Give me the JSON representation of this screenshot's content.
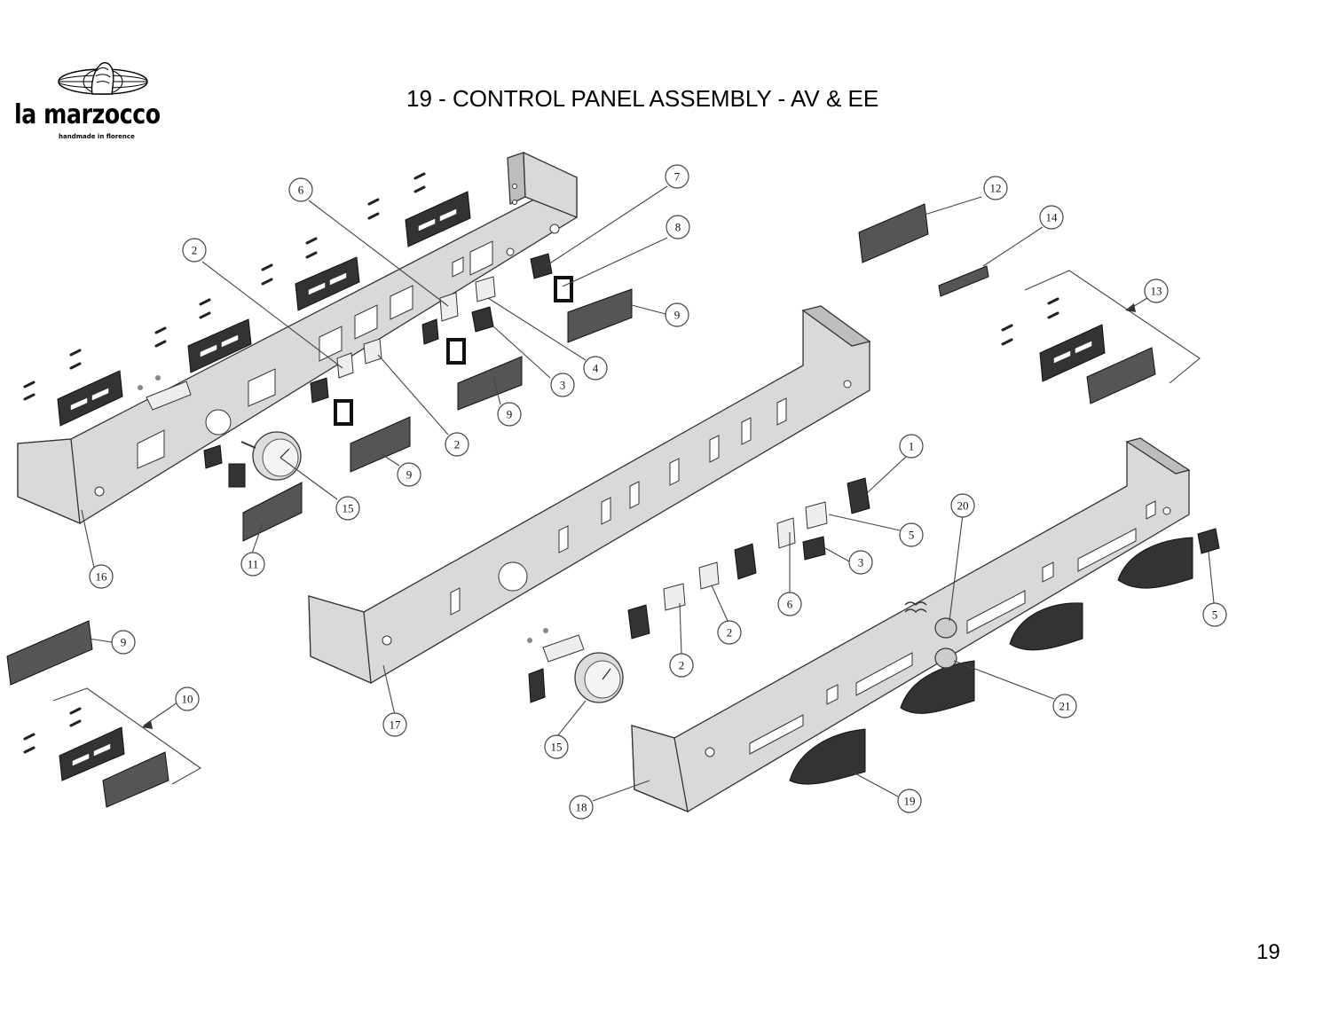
{
  "brand": {
    "name": "la marzocco",
    "tagline": "handmade in florence"
  },
  "title": "19 - CONTROL PANEL ASSEMBLY - AV & EE",
  "page_number": "19",
  "callouts": [
    "7",
    "6",
    "8",
    "2",
    "9",
    "4",
    "3",
    "9",
    "2",
    "9",
    "15",
    "11",
    "16",
    "12",
    "14",
    "13",
    "1",
    "20",
    "5",
    "3",
    "6",
    "2",
    "2",
    "5",
    "9",
    "10",
    "15",
    "17",
    "21",
    "19",
    "18"
  ]
}
